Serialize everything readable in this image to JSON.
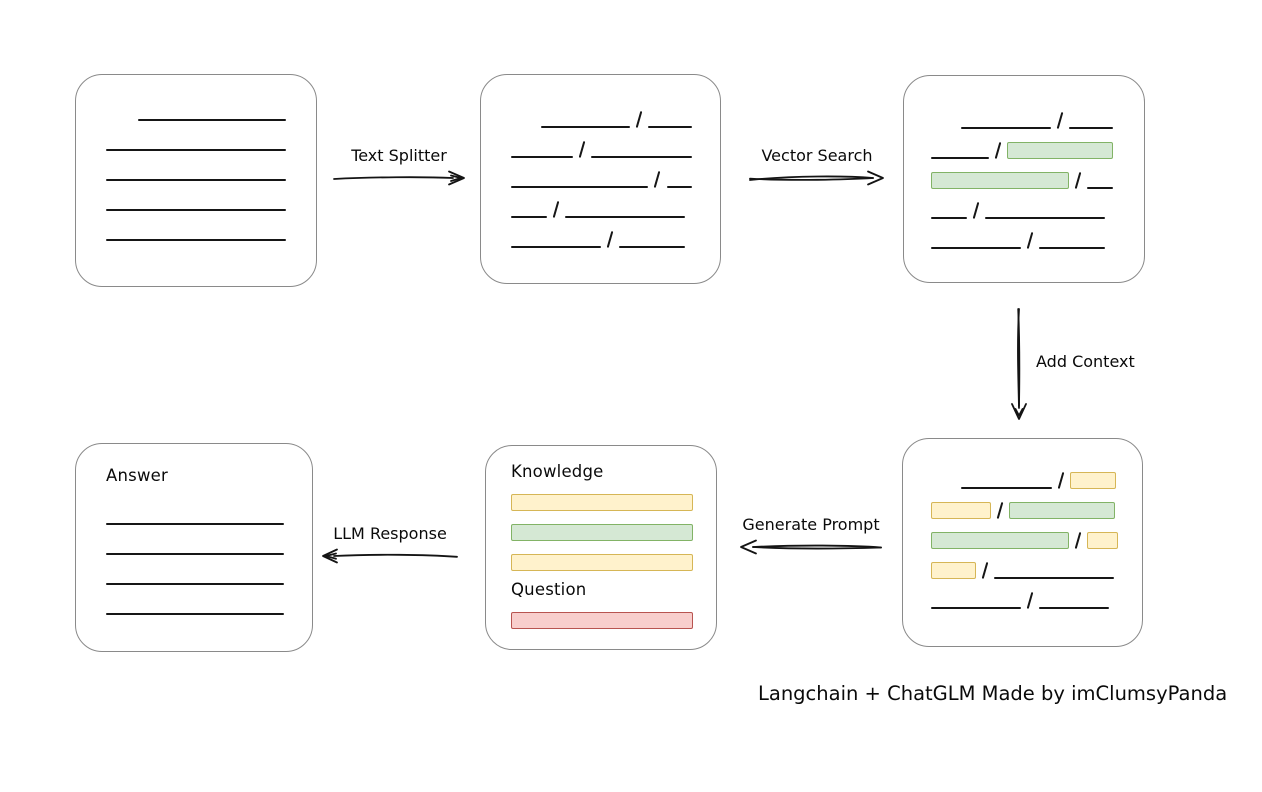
{
  "caption": "Langchain + ChatGLM Made by imClumsyPanda",
  "colors": {
    "line": "#161616",
    "box_border": "#8a8a8a",
    "green_fill": "#d5e8d4",
    "green_border": "#82b366",
    "yellow_fill": "#fff2cc",
    "yellow_border": "#d6b656",
    "red_fill": "#f8cecc",
    "red_border": "#b85450"
  },
  "labels": {
    "text_splitter": "Text Splitter",
    "vector_search": "Vector Search",
    "add_context": "Add Context",
    "generate_prompt": "Generate Prompt",
    "llm_response": "LLM Response",
    "knowledge": "Knowledge",
    "question": "Question",
    "answer": "Answer"
  },
  "boxes": {
    "source_document": {
      "rows": [
        [
          {
            "k": "line",
            "w": 148,
            "indent": 32
          }
        ],
        [
          {
            "k": "line",
            "w": 180
          }
        ],
        [
          {
            "k": "line",
            "w": 180
          }
        ],
        [
          {
            "k": "line",
            "w": 180
          }
        ],
        [
          {
            "k": "line",
            "w": 180
          }
        ]
      ]
    },
    "split_document": {
      "rows": [
        [
          {
            "k": "line",
            "w": 90,
            "indent": 30
          },
          {
            "k": "slash"
          },
          {
            "k": "line",
            "w": 44
          }
        ],
        [
          {
            "k": "line",
            "w": 64
          },
          {
            "k": "slash"
          },
          {
            "k": "line",
            "w": 104
          }
        ],
        [
          {
            "k": "line",
            "w": 140
          },
          {
            "k": "slash"
          },
          {
            "k": "line",
            "w": 26
          }
        ],
        [
          {
            "k": "line",
            "w": 36
          },
          {
            "k": "slash"
          },
          {
            "k": "line",
            "w": 120
          }
        ],
        [
          {
            "k": "line",
            "w": 90
          },
          {
            "k": "slash"
          },
          {
            "k": "line",
            "w": 66
          }
        ]
      ]
    },
    "vector_result": {
      "rows": [
        [
          {
            "k": "line",
            "w": 90,
            "indent": 30
          },
          {
            "k": "slash"
          },
          {
            "k": "line",
            "w": 44
          }
        ],
        [
          {
            "k": "line",
            "w": 58
          },
          {
            "k": "slash"
          },
          {
            "k": "green",
            "w": 106
          }
        ],
        [
          {
            "k": "green",
            "w": 138
          },
          {
            "k": "slash"
          },
          {
            "k": "line",
            "w": 26
          }
        ],
        [
          {
            "k": "line",
            "w": 36
          },
          {
            "k": "slash"
          },
          {
            "k": "line",
            "w": 120
          }
        ],
        [
          {
            "k": "line",
            "w": 90
          },
          {
            "k": "slash"
          },
          {
            "k": "line",
            "w": 66
          }
        ]
      ]
    },
    "context_document": {
      "rows": [
        [
          {
            "k": "line",
            "w": 93,
            "indent": 30
          },
          {
            "k": "slash"
          },
          {
            "k": "yellow",
            "w": 46
          }
        ],
        [
          {
            "k": "yellow",
            "w": 60
          },
          {
            "k": "slash"
          },
          {
            "k": "green",
            "w": 106
          }
        ],
        [
          {
            "k": "green",
            "w": 138
          },
          {
            "k": "slash"
          },
          {
            "k": "yellow",
            "w": 31
          }
        ],
        [
          {
            "k": "yellow",
            "w": 45
          },
          {
            "k": "slash"
          },
          {
            "k": "line",
            "w": 120
          }
        ],
        [
          {
            "k": "line",
            "w": 90
          },
          {
            "k": "slash"
          },
          {
            "k": "line",
            "w": 70
          }
        ]
      ]
    },
    "prompt": {
      "knowledge_rows": [
        [
          {
            "k": "yellow",
            "w": 182
          }
        ],
        [
          {
            "k": "green",
            "w": 182
          }
        ],
        [
          {
            "k": "yellow",
            "w": 182
          }
        ]
      ],
      "question_rows": [
        [
          {
            "k": "red",
            "w": 182
          }
        ]
      ]
    },
    "answer": {
      "rows": [
        [
          {
            "k": "line",
            "w": 180
          }
        ],
        [
          {
            "k": "line",
            "w": 180
          }
        ],
        [
          {
            "k": "line",
            "w": 180
          }
        ],
        [
          {
            "k": "line",
            "w": 180
          }
        ]
      ]
    }
  }
}
